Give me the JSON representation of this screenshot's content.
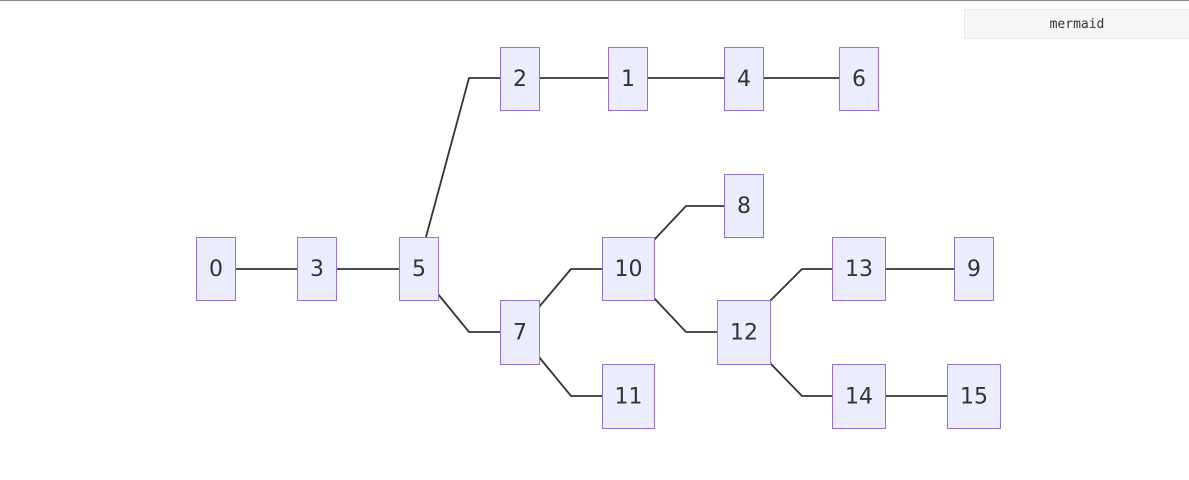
{
  "code_block": {
    "language_label": "mermaid"
  },
  "diagram": {
    "type": "flowchart",
    "direction": "LR",
    "colors": {
      "node_fill": "#ececff",
      "node_stroke": "#9370db",
      "edge": "#333333",
      "text": "#333333"
    },
    "nodes": [
      {
        "id": "0",
        "label": "0"
      },
      {
        "id": "3",
        "label": "3"
      },
      {
        "id": "5",
        "label": "5"
      },
      {
        "id": "2",
        "label": "2"
      },
      {
        "id": "1",
        "label": "1"
      },
      {
        "id": "4",
        "label": "4"
      },
      {
        "id": "6",
        "label": "6"
      },
      {
        "id": "7",
        "label": "7"
      },
      {
        "id": "10",
        "label": "10"
      },
      {
        "id": "11",
        "label": "11"
      },
      {
        "id": "8",
        "label": "8"
      },
      {
        "id": "12",
        "label": "12"
      },
      {
        "id": "13",
        "label": "13"
      },
      {
        "id": "14",
        "label": "14"
      },
      {
        "id": "9",
        "label": "9"
      },
      {
        "id": "15",
        "label": "15"
      }
    ],
    "edges": [
      {
        "from": "0",
        "to": "3"
      },
      {
        "from": "3",
        "to": "5"
      },
      {
        "from": "5",
        "to": "2"
      },
      {
        "from": "5",
        "to": "7"
      },
      {
        "from": "2",
        "to": "1"
      },
      {
        "from": "1",
        "to": "4"
      },
      {
        "from": "4",
        "to": "6"
      },
      {
        "from": "7",
        "to": "10"
      },
      {
        "from": "7",
        "to": "11"
      },
      {
        "from": "10",
        "to": "8"
      },
      {
        "from": "10",
        "to": "12"
      },
      {
        "from": "12",
        "to": "13"
      },
      {
        "from": "12",
        "to": "14"
      },
      {
        "from": "13",
        "to": "9"
      },
      {
        "from": "14",
        "to": "15"
      }
    ]
  }
}
